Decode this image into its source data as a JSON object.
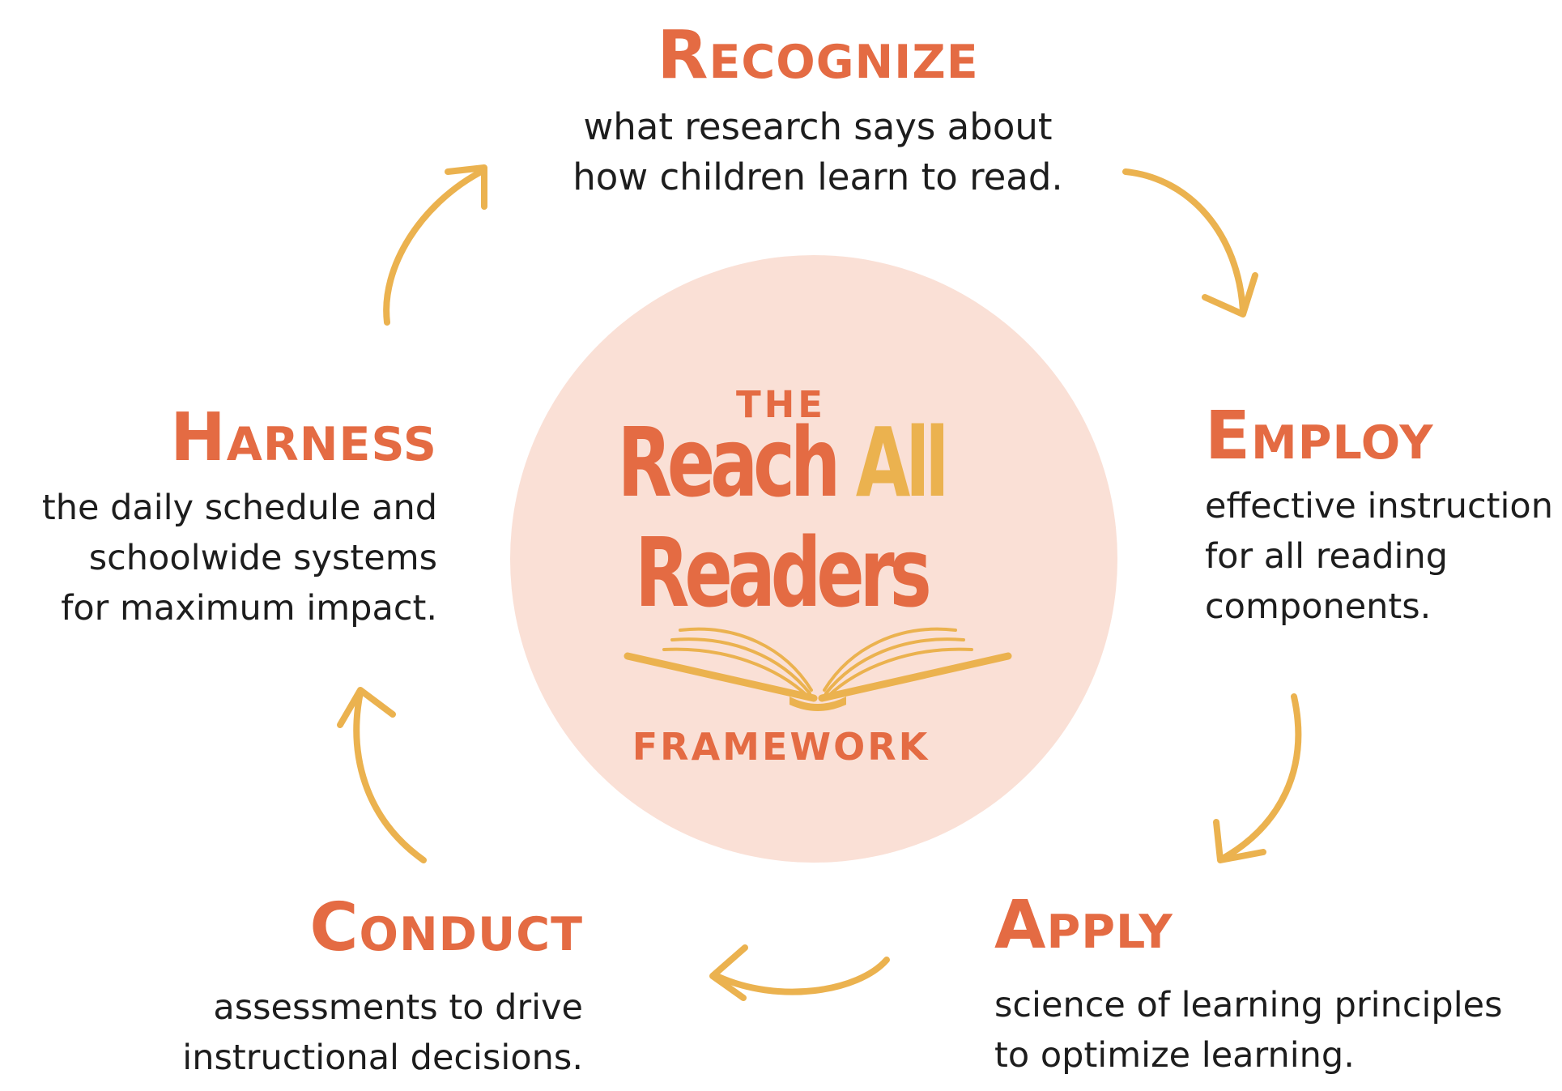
{
  "logo": {
    "the": "THE",
    "reach": "Reach",
    "all": "All",
    "readers": "Readers",
    "framework": "FRAMEWORK"
  },
  "steps": {
    "recognize": {
      "title": "Recognize",
      "description": "what research says about\nhow children learn to read."
    },
    "employ": {
      "title": "Employ",
      "description": "effective instruction\nfor all reading\ncomponents."
    },
    "apply": {
      "title": "Apply",
      "description": "science of learning principles\nto optimize learning."
    },
    "conduct": {
      "title": "Conduct",
      "description": "assessments to drive\ninstructional decisions."
    },
    "harness": {
      "title": "Harness",
      "description": "the daily schedule and\nschoolwide systems\nfor maximum impact."
    }
  },
  "colors": {
    "primary_orange": "#e46b43",
    "accent_gold": "#ebb24f",
    "circle_fill": "#fae0d6",
    "text": "#1d1d1d"
  },
  "icons": {
    "center": "open-book-icon",
    "cycle_arrows": "curved-arrow-icon"
  }
}
